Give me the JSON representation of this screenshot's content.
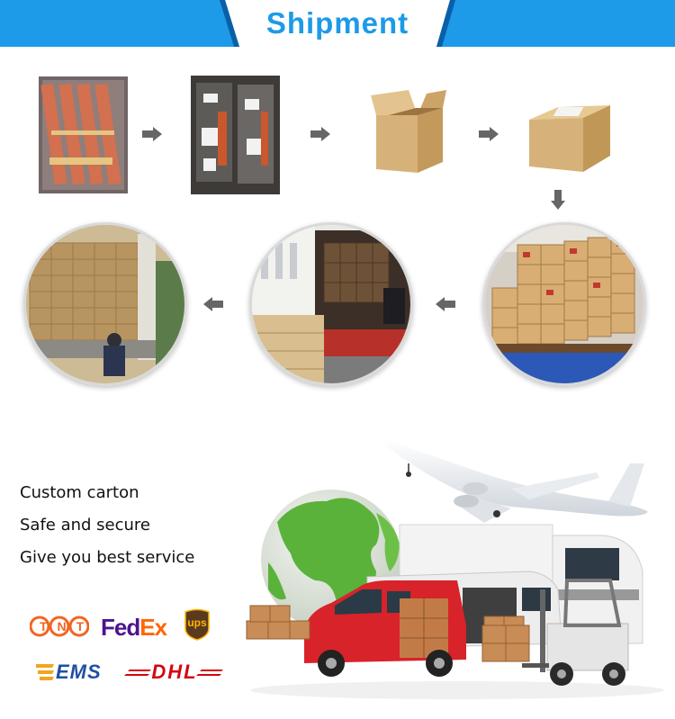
{
  "banner": {
    "title": "Shipment",
    "color": "#1d9ae8"
  },
  "process_steps": [
    {
      "name": "packed-products"
    },
    {
      "name": "bagged-products"
    },
    {
      "name": "open-carton"
    },
    {
      "name": "sealed-carton"
    },
    {
      "name": "warehouse-stock"
    },
    {
      "name": "truck-loading"
    },
    {
      "name": "container-loading"
    }
  ],
  "features": [
    "Custom carton",
    "Safe and secure",
    "Give you best service"
  ],
  "carriers": {
    "tnt": "TNT",
    "fedex_fed": "Fed",
    "fedex_ex": "Ex",
    "ups": "ups",
    "ems": "EMS",
    "dhl": "DHL"
  },
  "colors": {
    "accent": "#1d9ae8",
    "tnt": "#f26522",
    "fedex_purple": "#4d148c",
    "fedex_orange": "#ff6600",
    "ups_brown": "#5a3a1e",
    "ups_gold": "#ffb500",
    "ems_blue": "#1f4fa3",
    "dhl_red": "#d40511",
    "carton": "#d6b27a"
  }
}
